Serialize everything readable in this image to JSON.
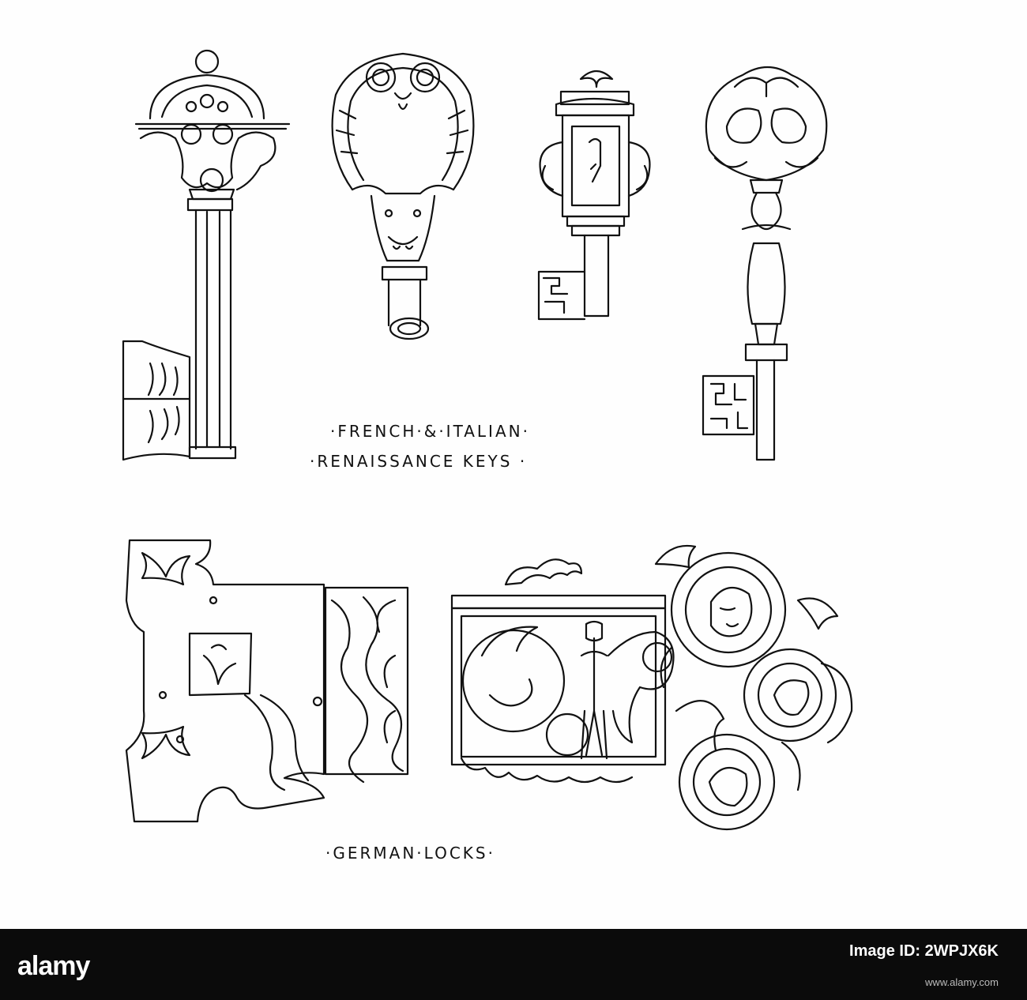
{
  "plate": {
    "caption_keys_line1": "·FRENCH·&·ITALIAN·",
    "caption_keys_line2": "·RENAISSANCE KEYS ·",
    "caption_locks": "·GERMAN·LOCKS·",
    "ink_color": "#111111",
    "paper_color": "#fefefe"
  },
  "footer": {
    "logo": "alamy",
    "image_id_label": "Image ID: 2WPJX6K",
    "url": "www.alamy.com"
  }
}
